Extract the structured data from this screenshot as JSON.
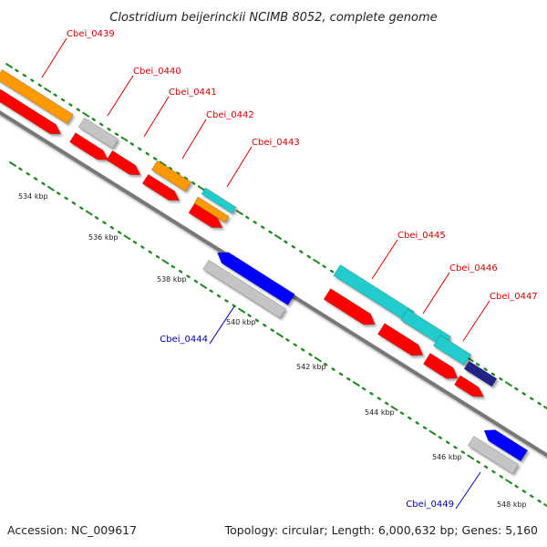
{
  "title": "Clostridium beijerinckii NCIMB 8052, complete genome",
  "footer": {
    "accession": "Accession: NC_009617",
    "summary": "Topology: circular; Length: 6,000,632 bp; Genes: 5,160"
  },
  "colors": {
    "forward_label": "#dd0000",
    "reverse_label": "#0000bb",
    "cds": "#ff0000",
    "orange": "#ff9900",
    "gray": "#c4c4c4",
    "cyan": "#22cccc",
    "blue": "#0000ff",
    "navy": "#222288",
    "backbone": "#8a8a8a",
    "tick": "#228822"
  },
  "genes": [
    {
      "label": "Cbei_0439",
      "strand": "forward"
    },
    {
      "label": "Cbei_0440",
      "strand": "forward"
    },
    {
      "label": "Cbei_0441",
      "strand": "forward"
    },
    {
      "label": "Cbei_0442",
      "strand": "forward"
    },
    {
      "label": "Cbei_0443",
      "strand": "forward"
    },
    {
      "label": "Cbei_0444",
      "strand": "reverse"
    },
    {
      "label": "Cbei_0445",
      "strand": "forward"
    },
    {
      "label": "Cbei_0446",
      "strand": "forward"
    },
    {
      "label": "Cbei_0447",
      "strand": "forward"
    },
    {
      "label": "Cbei_0449",
      "strand": "reverse"
    }
  ],
  "ticks": [
    "534 kbp",
    "536 kbp",
    "538 kbp",
    "540 kbp",
    "542 kbp",
    "544 kbp",
    "546 kbp",
    "548 kbp"
  ]
}
